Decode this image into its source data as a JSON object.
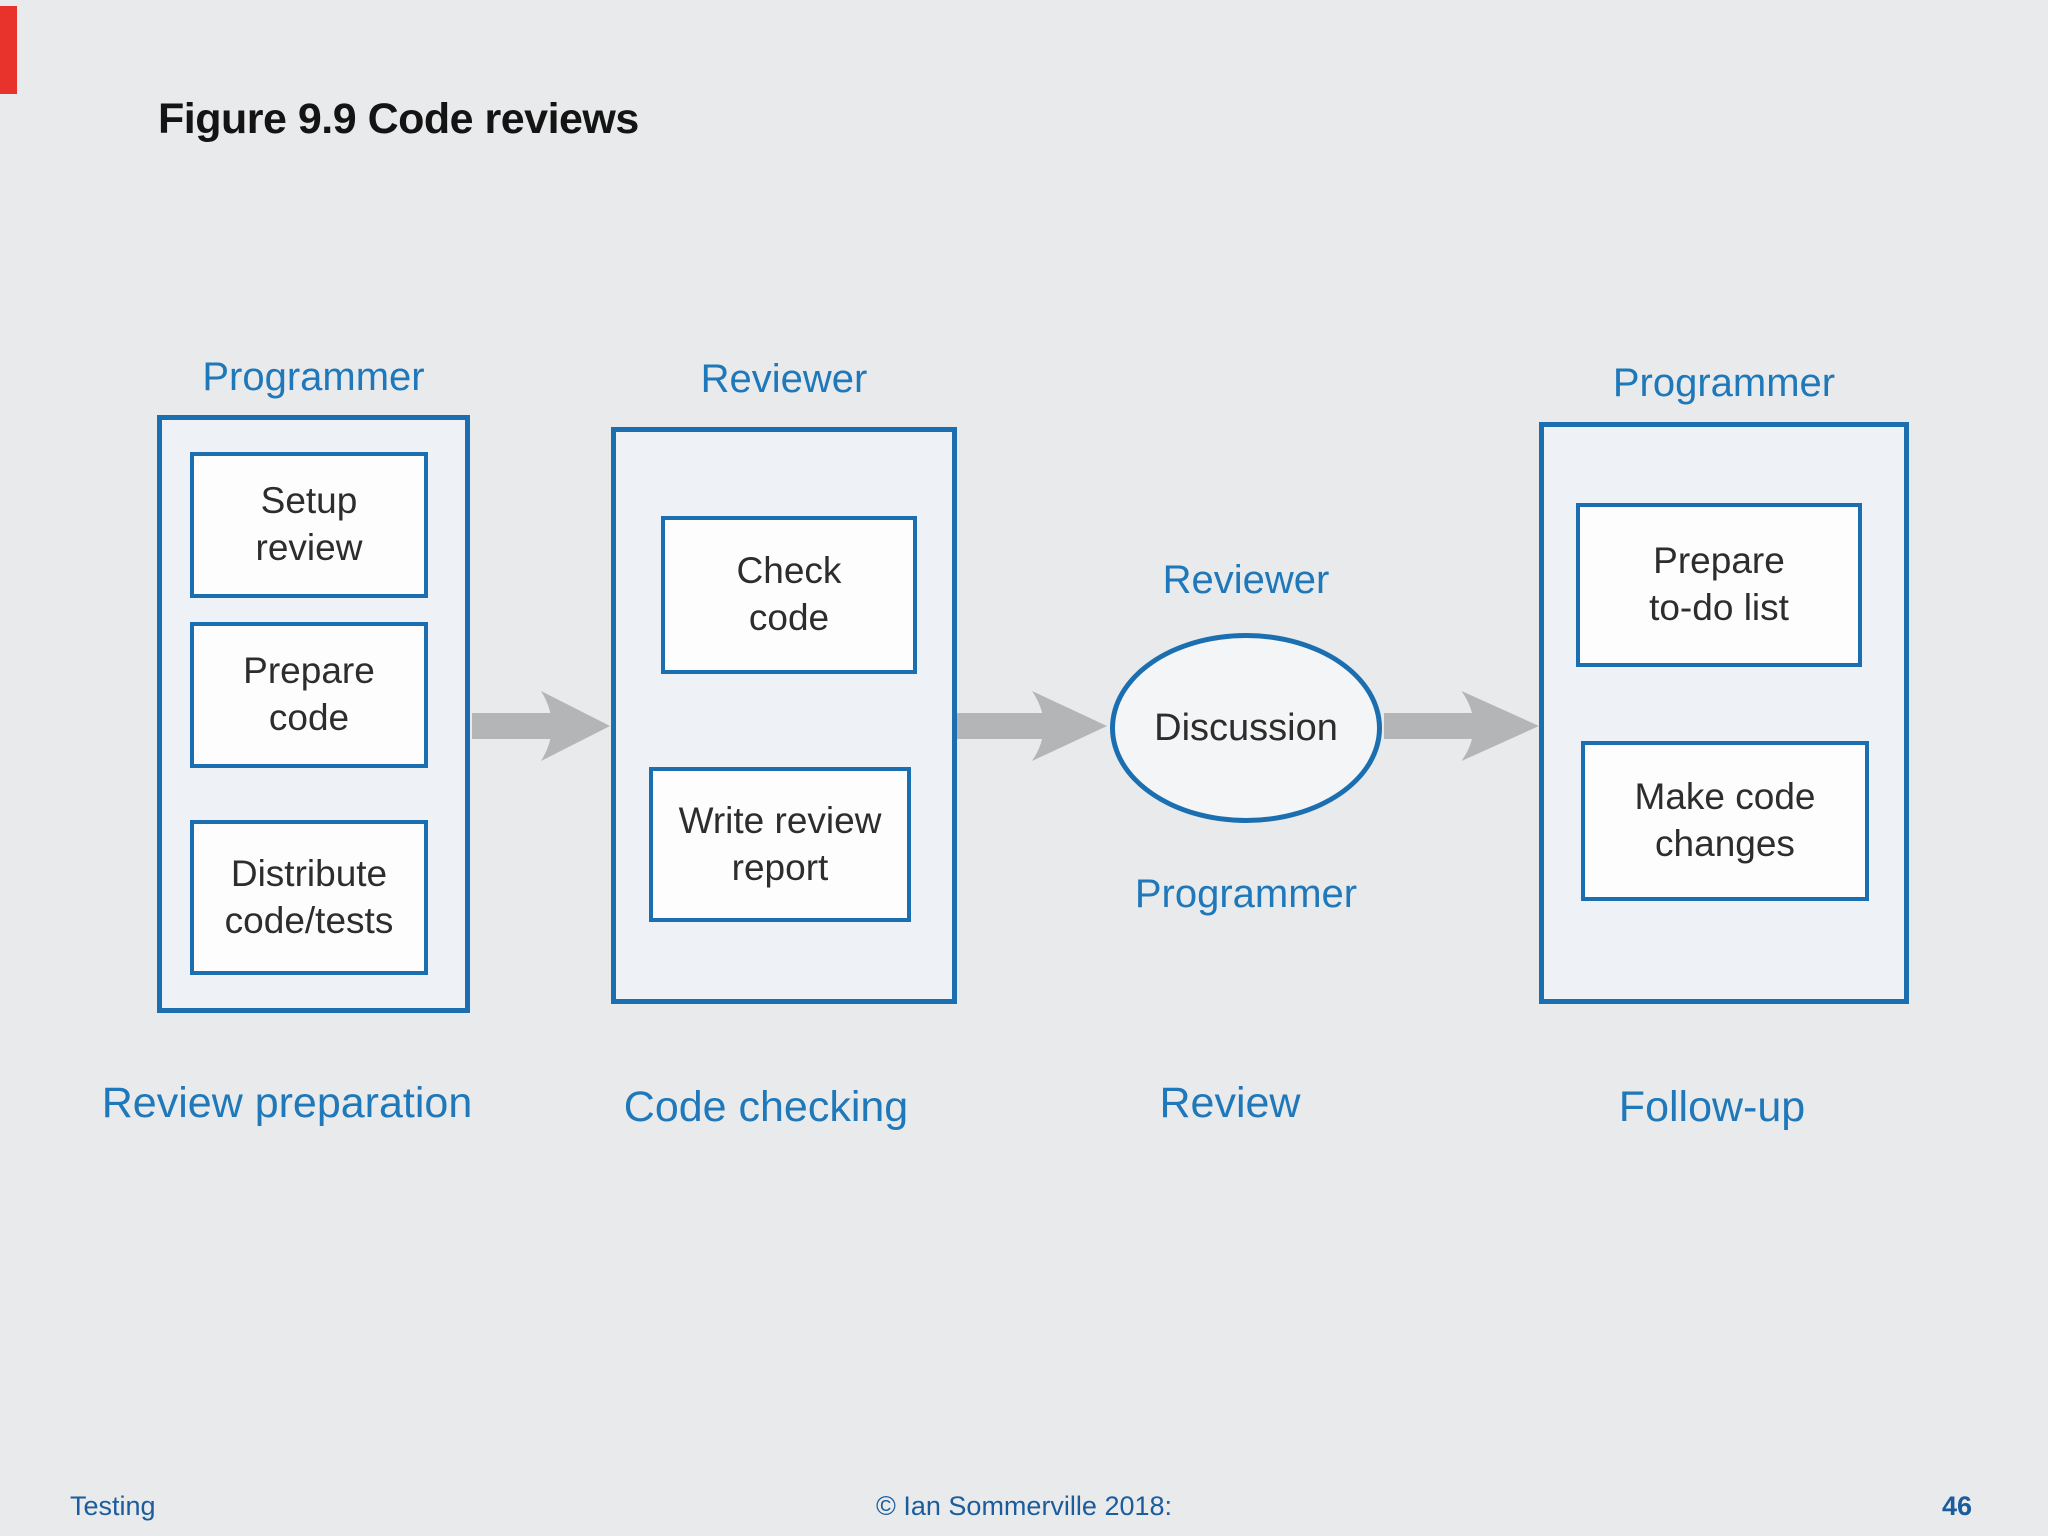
{
  "slide": {
    "title": "Figure 9.9 Code reviews",
    "footer": {
      "section": "Testing",
      "copyright": "© Ian Sommerville 2018:",
      "page": "46"
    }
  },
  "diagram": {
    "stage1": {
      "role": "Programmer",
      "phase": "Review preparation",
      "steps": [
        "Setup\nreview",
        "Prepare\ncode",
        "Distribute\ncode/tests"
      ]
    },
    "stage2": {
      "role": "Reviewer",
      "phase": "Code checking",
      "steps": [
        "Check\ncode",
        "Write review\nreport"
      ]
    },
    "stage3": {
      "role_top": "Reviewer",
      "role_bottom": "Programmer",
      "phase": "Review",
      "node": "Discussion"
    },
    "stage4": {
      "role": "Programmer",
      "phase": "Follow-up",
      "steps": [
        "Prepare\nto-do list",
        "Make code\nchanges"
      ]
    }
  },
  "colors": {
    "background": "#e9eaeb",
    "blue_border": "#1b6fb0",
    "blue_label": "#1e78ba",
    "blue_footer": "#1a5c9c",
    "box_fill": "#eef2f6",
    "step_fill": "#fdfdfe",
    "ellipse_fill": "#f3f5f7",
    "arrow": "#b4b5b7",
    "text_dark": "#2e2d2c",
    "title_color": "#141414",
    "red_accent": "#e8332c"
  }
}
